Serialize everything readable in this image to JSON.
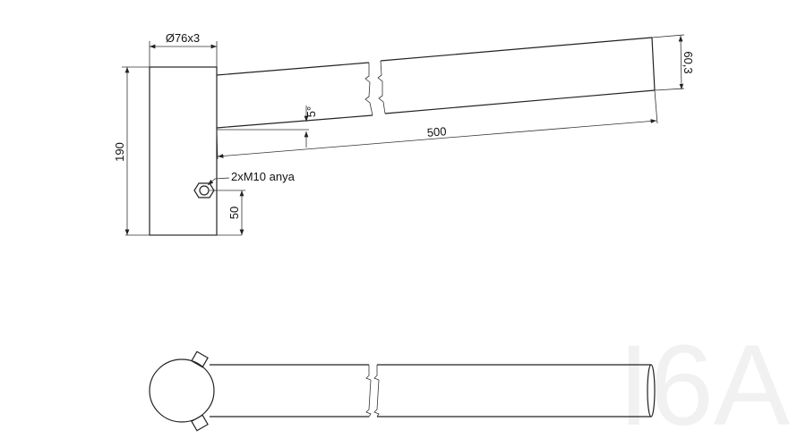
{
  "drawing": {
    "labels": {
      "pipe_diameter": "Ø76x3",
      "height": "190",
      "angle": "5°",
      "arm_length": "500",
      "arm_diameter": "60,3",
      "nut": "2xM10 anya",
      "nut_offset": "50"
    },
    "watermark": "I6A",
    "colors": {
      "line": "#222222",
      "watermark": "#f1f1f1"
    }
  }
}
